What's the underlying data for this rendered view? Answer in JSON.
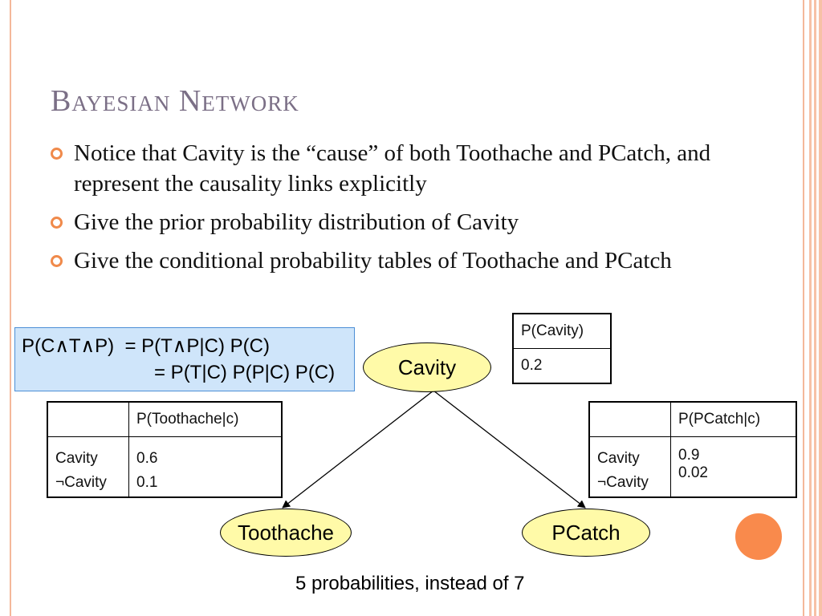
{
  "title": "Bayesian Network",
  "bullets": [
    "Notice that Cavity is the “cause” of both Toothache  and PCatch, and represent the causality links explicitly",
    "Give the prior probability distribution of Cavity",
    "Give the conditional probability tables of Toothache and PCatch"
  ],
  "formula": {
    "line1": "P(C∧T∧P)  = P(T∧P|C) P(C)",
    "line2": "= P(T|C) P(P|C) P(C)"
  },
  "nodes": {
    "cavity": "Cavity",
    "toothache": "Toothache",
    "pcatch": "PCatch"
  },
  "edges": [
    {
      "from": "Cavity",
      "to": "Toothache"
    },
    {
      "from": "Cavity",
      "to": "PCatch"
    }
  ],
  "prior_table": {
    "header": "P(Cavity)",
    "value": "0.2"
  },
  "toothache_table": {
    "header": "P(Toothache|c)",
    "row1_label": "Cavity",
    "row2_label": "¬Cavity",
    "row1_value": "0.6",
    "row2_value": "0.1"
  },
  "pcatch_table": {
    "header": "P(PCatch|c)",
    "row1_label": "Cavity",
    "row2_label": "¬Cavity",
    "row1_value": "0.9",
    "row2_value": "0.02"
  },
  "caption": "5 probabilities, instead of 7",
  "colors": {
    "title": "#7b6f86",
    "bullet_marker": "#f08a4b",
    "node_fill": "#fffaa8",
    "formula_fill": "#cfe5fa",
    "accent_circle": "#f98a4c"
  }
}
